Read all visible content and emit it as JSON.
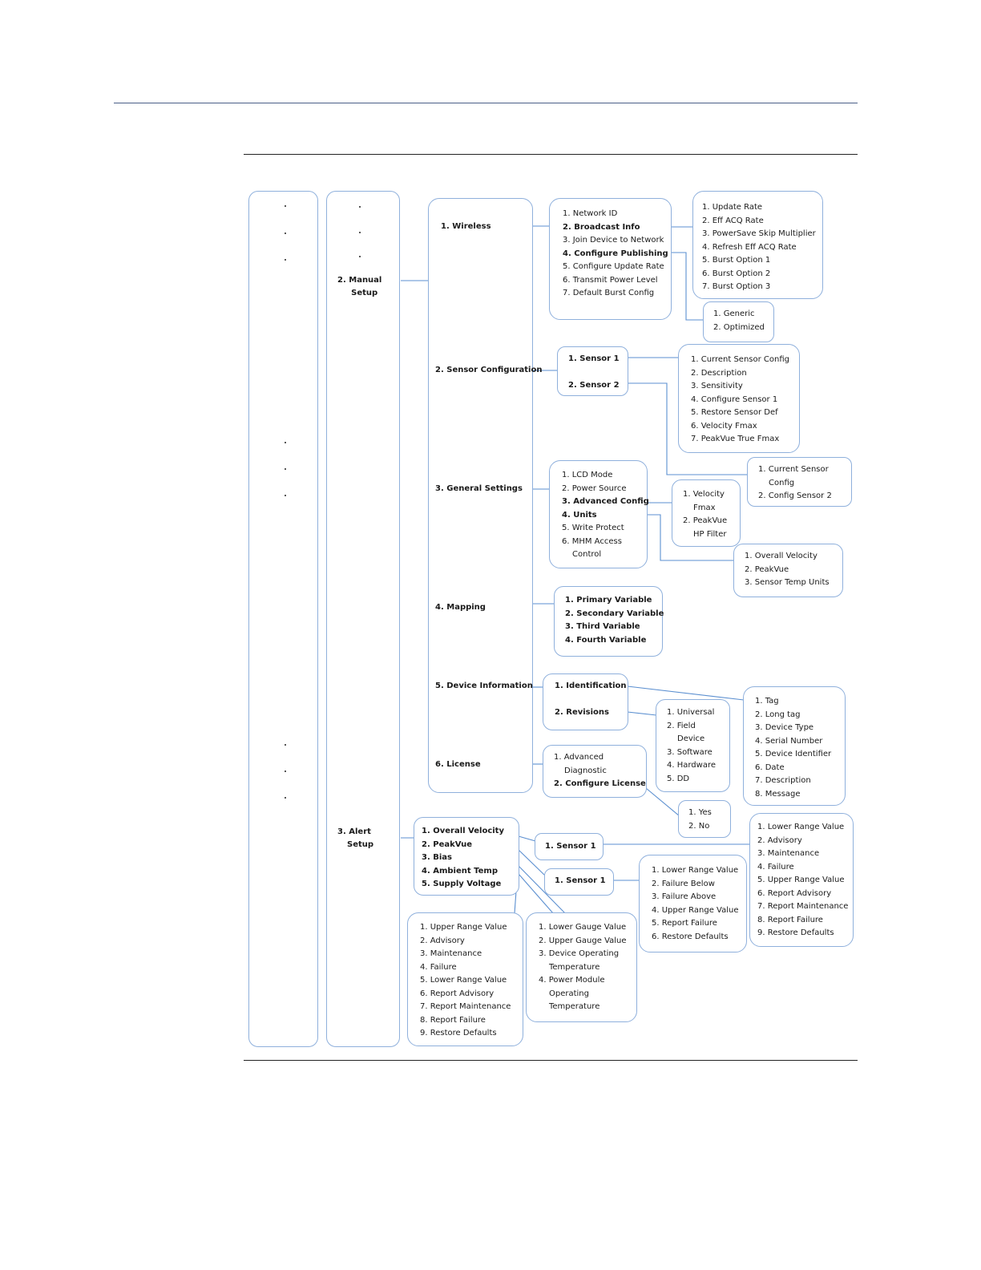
{
  "col2": {
    "manual": [
      "2. Manual",
      "Setup"
    ],
    "alert": [
      "3. Alert",
      "Setup"
    ]
  },
  "menu": {
    "wireless": "1. Wireless",
    "sensor_config": "2. Sensor Configuration",
    "general": "3. General Settings",
    "mapping": "4. Mapping",
    "device_info": "5. Device Information",
    "license": "6. License"
  },
  "wireless_items": [
    "1. Network ID",
    "2. Broadcast Info",
    "3. Join Device to Network",
    "4. Configure Publishing",
    "5. Configure Update Rate",
    "6. Transmit Power Level",
    "7. Default Burst Config"
  ],
  "broadcast_items": [
    "1. Update Rate",
    "2. Eff ACQ Rate",
    "3. PowerSave Skip Multiplier",
    "4. Refresh Eff ACQ Rate",
    "5. Burst Option 1",
    "6. Burst Option 2",
    "7. Burst Option 3"
  ],
  "publishing_items": [
    "1. Generic",
    "2. Optimized"
  ],
  "sensors": {
    "s1": "1. Sensor 1",
    "s2": "2. Sensor 2"
  },
  "sensor1_items": [
    "1. Current  Sensor Config",
    "2. Description",
    "3. Sensitivity",
    "4. Configure Sensor 1",
    "5. Restore Sensor Def",
    "6. Velocity Fmax",
    "7. PeakVue True Fmax"
  ],
  "sensor2_items": [
    "1. Current Sensor",
    "Config",
    "2. Config Sensor 2"
  ],
  "general_items": [
    "1. LCD Mode",
    "2. Power Source",
    "3. Advanced Config",
    "4. Units",
    "5. Write Protect",
    "6. MHM Access",
    "Control"
  ],
  "advanced_items": [
    "1. Velocity",
    "Fmax",
    "2. PeakVue",
    "HP Filter"
  ],
  "units_items": [
    "1. Overall Velocity",
    "2. PeakVue",
    "3. Sensor Temp Units"
  ],
  "mapping_items": [
    "1. Primary Variable",
    "2. Secondary Variable",
    "3. Third Variable",
    "4. Fourth Variable"
  ],
  "devinfo_items": [
    "1. Identification",
    "2. Revisions"
  ],
  "revisions_items": [
    "1. Universal",
    "2. Field",
    "Device",
    "3. Software",
    "4. Hardware",
    "5. DD"
  ],
  "identification_items": [
    "1. Tag",
    "2. Long tag",
    "3. Device Type",
    "4. Serial Number",
    "5. Device Identifier",
    "6. Date",
    "7. Description",
    "8. Message"
  ],
  "license_items": [
    "1. Advanced",
    "Diagnostic",
    "2. Configure License"
  ],
  "yesno_items": [
    "1. Yes",
    "2. No"
  ],
  "alert_items": [
    "1. Overall Velocity",
    "2. PeakVue",
    "3. Bias",
    "4. Ambient Temp",
    "5. Supply Voltage"
  ],
  "alert_sensor_a": "1. Sensor 1",
  "alert_sensor_b": "1. Sensor 1",
  "overall_sensor_items": [
    "1. Lower Range Value",
    "2. Advisory",
    "3. Maintenance",
    "4. Failure",
    "5. Upper Range Value",
    "6. Report Advisory",
    "7. Report Maintenance",
    "8. Report Failure",
    "9. Restore Defaults"
  ],
  "bias_items": [
    "1. Lower Range Value",
    "2. Failure Below",
    "3. Failure Above",
    "4. Upper Range Value",
    "5. Report Failure",
    "6. Restore Defaults"
  ],
  "peakvue_items": [
    "1. Upper Range Value",
    "2. Advisory",
    "3. Maintenance",
    "4. Failure",
    "5. Lower Range Value",
    "6. Report Advisory",
    "7. Report Maintenance",
    "8. Report Failure",
    "9. Restore Defaults"
  ],
  "temp_items": [
    "1. Lower Gauge Value",
    "2. Upper Gauge Value",
    "3. Device Operating",
    "Temperature",
    "4. Power Module",
    "Operating",
    "Temperature"
  ],
  "colors": {
    "box_border": "#8fb0dc",
    "connector": "#5b8fd0",
    "header_rule": "#4a5f87"
  }
}
